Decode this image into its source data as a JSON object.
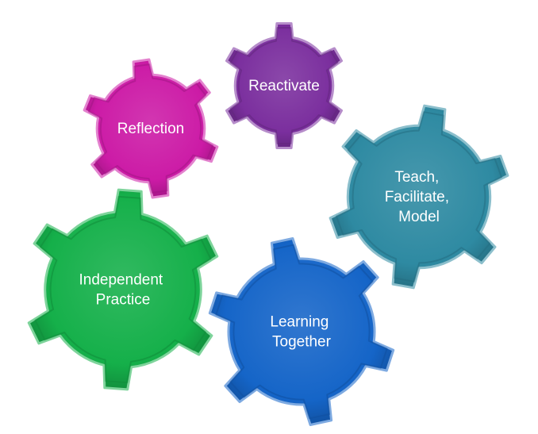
{
  "gears": [
    {
      "id": "reactivate",
      "lines": [
        "Reactivate"
      ],
      "color": "#7B2F9E"
    },
    {
      "id": "reflection",
      "lines": [
        "Reflection"
      ],
      "color": "#CC1BA6"
    },
    {
      "id": "teach",
      "lines": [
        "Teach,",
        "Facilitate,",
        "Model"
      ],
      "color": "#2E8AA2"
    },
    {
      "id": "independent",
      "lines": [
        "Independent",
        "Practice"
      ],
      "color": "#15B04A"
    },
    {
      "id": "learning",
      "lines": [
        "Learning",
        "Together"
      ],
      "color": "#1565C8"
    }
  ]
}
